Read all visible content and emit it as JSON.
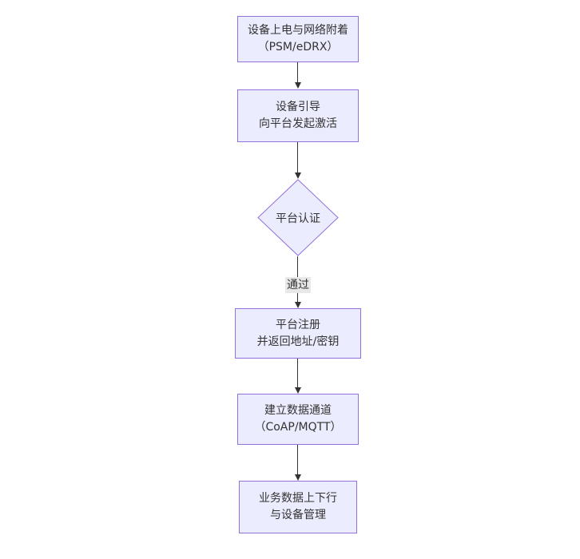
{
  "diagram": {
    "type": "flowchart",
    "direction": "top-down",
    "colors": {
      "background": "#ffffff",
      "node_fill": "#ECECFF",
      "node_border": "#9370DB",
      "edge_color": "#333333",
      "text_color": "#333333",
      "edge_label_bg": "#e8e8e8"
    },
    "nodes": [
      {
        "id": "power-attach",
        "shape": "rect",
        "lines": [
          "设备上电与网络附着",
          "（PSM/eDRX）"
        ]
      },
      {
        "id": "bootstrap",
        "shape": "rect",
        "lines": [
          "设备引导",
          "向平台发起激活"
        ]
      },
      {
        "id": "platform-auth",
        "shape": "diamond",
        "lines": [
          "平台认证"
        ]
      },
      {
        "id": "register",
        "shape": "rect",
        "lines": [
          "平台注册",
          "并返回地址/密钥"
        ]
      },
      {
        "id": "data-channel",
        "shape": "rect",
        "lines": [
          "建立数据通道",
          "（CoAP/MQTT）"
        ]
      },
      {
        "id": "business",
        "shape": "rect",
        "lines": [
          "业务数据上下行",
          "与设备管理"
        ]
      }
    ],
    "edges": [
      {
        "from": "power-attach",
        "to": "bootstrap",
        "label": ""
      },
      {
        "from": "bootstrap",
        "to": "platform-auth",
        "label": ""
      },
      {
        "from": "platform-auth",
        "to": "register",
        "label": "通过"
      },
      {
        "from": "register",
        "to": "data-channel",
        "label": ""
      },
      {
        "from": "data-channel",
        "to": "business",
        "label": ""
      }
    ]
  }
}
